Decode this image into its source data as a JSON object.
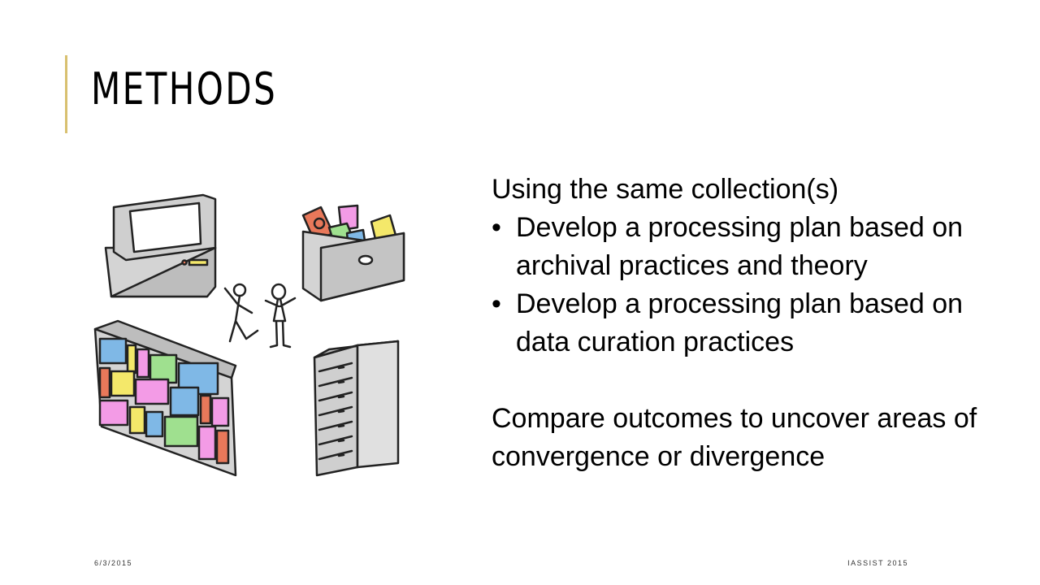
{
  "title": "METHODS",
  "content": {
    "intro": "Using the same collection(s)",
    "bullets": [
      "Develop a processing plan based on archival practices and theory",
      "Develop a processing plan based on data curation practices"
    ],
    "conclusion": "Compare outcomes to uncover areas of convergence or divergence"
  },
  "footer": {
    "date": "6/3/2015",
    "event": "IASSIST 2015"
  },
  "colors": {
    "accent": "#d8c070",
    "books_blue": "#7fb8e6",
    "books_pink": "#f39be6",
    "books_green": "#9fe08f",
    "books_yellow": "#f4e86a",
    "books_orange": "#e8785a",
    "gray": "#d4d4d4"
  }
}
